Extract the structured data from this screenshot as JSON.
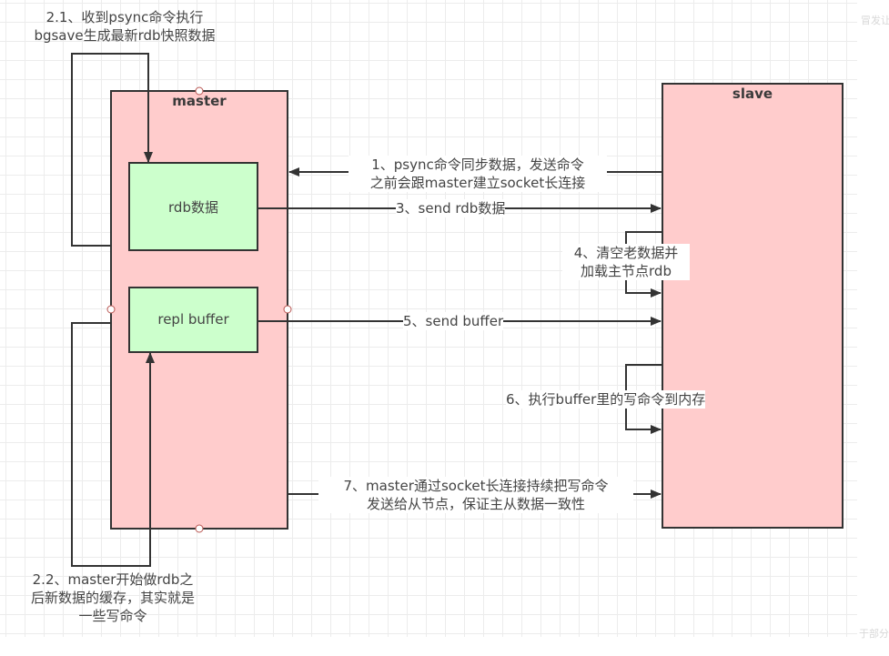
{
  "diagram": {
    "nodes": {
      "master": {
        "title": "master",
        "fill": "#ffcccc"
      },
      "slave": {
        "title": "slave",
        "fill": "#ffcccc"
      },
      "rdb": {
        "label": "rdb数据",
        "fill": "#ccffcc"
      },
      "repl_buffer": {
        "label": "repl buffer",
        "fill": "#ccffcc"
      }
    },
    "steps": {
      "step1": {
        "line1": "1、psync命令同步数据，发送命令",
        "line2": "之前会跟master建立socket长连接"
      },
      "step2_1": {
        "line1": "2.1、收到psync命令执行",
        "line2": "bgsave生成最新rdb快照数据"
      },
      "step2_2": {
        "line1": "2.2、master开始做rdb之",
        "line2": "后新数据的缓存，其实就是",
        "line3": "一些写命令"
      },
      "step3": {
        "label": "3、send rdb数据"
      },
      "step4": {
        "line1": "4、清空老数据并",
        "line2": "加载主节点rdb"
      },
      "step5": {
        "label": "5、send buffer"
      },
      "step6": {
        "label": "6、执行buffer里的写命令到内存"
      },
      "step7": {
        "line1": "7、master通过socket长连接持续把写命令",
        "line2": "发送给从节点，保证主从数据一致性"
      }
    },
    "edge_fragments": {
      "top_right": "冒发让",
      "bottom_right": "于部分"
    },
    "colors": {
      "line": "#333333",
      "node_fill_red": "#ffcccc",
      "node_fill_green": "#ccffcc",
      "text": "#444444"
    }
  }
}
